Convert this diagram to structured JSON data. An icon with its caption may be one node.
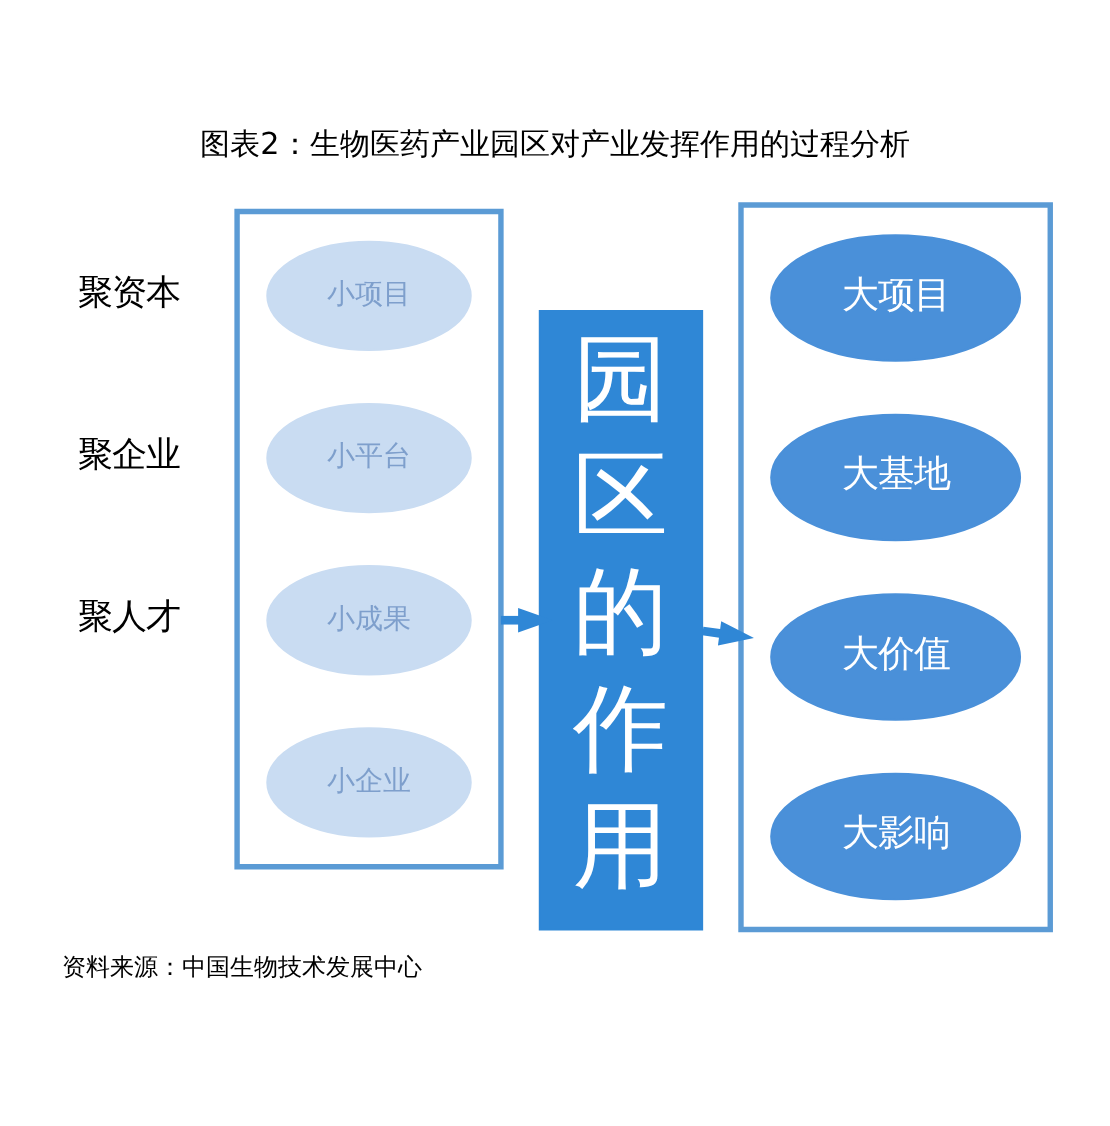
{
  "diagram": {
    "title": "图表2：生物医药产业园区对产业发挥作用的过程分析",
    "caption": "资料来源：中国生物技术发展中心",
    "nodes": [
      {
        "text": [],
        "shape": "box"
      },
      {
        "text": [
          "小项目"
        ],
        "in": 0
      },
      {
        "text": [
          "小平台"
        ],
        "in": 0
      },
      {
        "text": [
          "小成果"
        ],
        "in": 0
      },
      {
        "text": [
          "小企业"
        ],
        "in": 0
      },
      {
        "text": [
          "园区的作用"
        ]
      },
      {
        "text": [],
        "shape": "box"
      },
      {
        "text": [
          "大项目"
        ],
        "in": 6
      },
      {
        "text": [
          "大基地"
        ],
        "in": 6
      },
      {
        "text": [
          "大价值"
        ],
        "in": 6
      },
      {
        "text": [
          "大影响"
        ],
        "in": 6
      }
    ],
    "edges": [
      {
        "from": 0,
        "to": 5,
        "arrow": "to"
      },
      {
        "from": 5,
        "to": 6,
        "arrow": "to"
      }
    ],
    "labels": [
      "聚资本",
      "聚企业",
      "聚人才"
    ]
  }
}
